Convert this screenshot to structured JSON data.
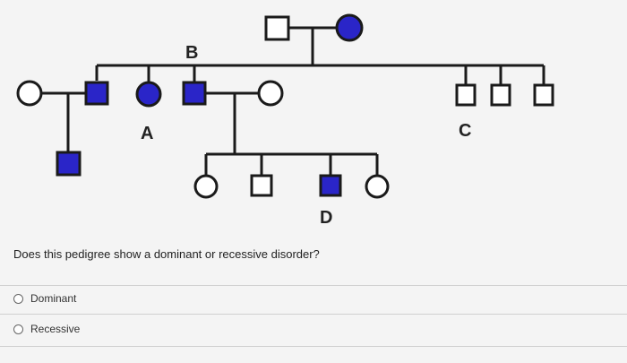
{
  "pedigree": {
    "labels": {
      "a": "A",
      "b": "B",
      "c": "C",
      "d": "D"
    },
    "colors": {
      "affected": "#2a25c8",
      "line": "#1a1a1a",
      "unaffected": "#ffffff"
    }
  },
  "question": {
    "text": "Does this pedigree show a dominant or recessive disorder?"
  },
  "options": [
    {
      "label": "Dominant"
    },
    {
      "label": "Recessive"
    }
  ]
}
